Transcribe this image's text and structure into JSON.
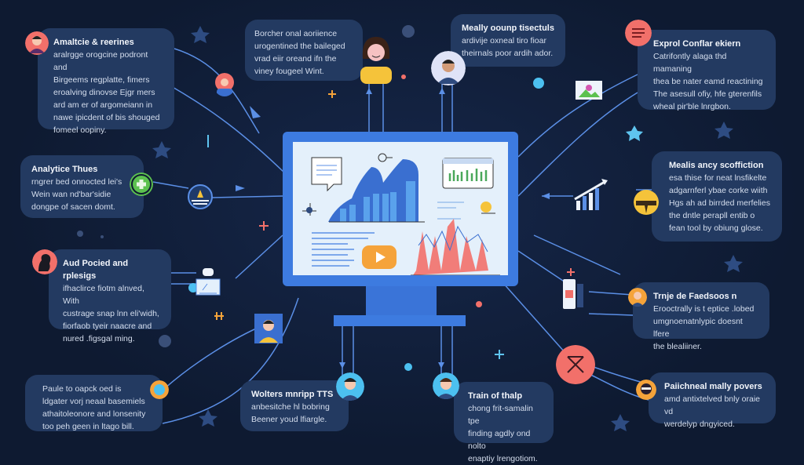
{
  "colors": {
    "background": "#0e1a31",
    "card": "#233a61",
    "wire": "#5b8fe6",
    "monitor": "#3d7be0",
    "accent_red": "#f2706a",
    "accent_orange": "#f5a33a",
    "accent_green": "#5cc14f"
  },
  "cards": [
    {
      "title": "Amaltcie & reerines",
      "body": "aralrgge orogcine podront and\nBirgeems regplatte, fimers\neroalving dinovse Ejgr mers\nard am er of argomeiann in\nnawe ipicdent of bis shouged\nfomeel oopiny."
    },
    {
      "title": "",
      "body": "Borcher onal aoriience\nurogentined the baileged\nvrad eiir oreand ifn the\nviney fougeel Wint."
    },
    {
      "title": "Meally oounp tisectuls",
      "body": "ardivije oxneal tiro fioar\ntheirnals poor ardih ador."
    },
    {
      "title": "Exprol Conflar ekiern",
      "body": "Catrifontly alaga thd mamaning\nthea be nater eamd reactining\nThe asesull ofiy, hfe gterenfils\nwheal pir'ble lnrgbon."
    },
    {
      "title": "Analytice Thues",
      "body": "rngrer bed onnocted lei's\nWein wan nd'bar'sidie\ndongpe of sacen domt."
    },
    {
      "title": "Aud Pocied and rplesigs",
      "body": "ifhaclirce fiotm alnved, With\ncustrage snap lnn eli'widh,\nfiorfaob tyeir naacre and\nnured .figsgal ming."
    },
    {
      "title": "Mealis ancy scoffiction",
      "body": "esa thise for neat lnsfikelte\nadgarnferl ybae corke wiith\nHgs ah ad birrded merfelies\nthe dntle perapll entib o\nfean tool by obiung glose."
    },
    {
      "title": "Trnje de Faedsoos n",
      "body": "Erooctrally is t eptice .lobed\numgnoenatnlypic doesnt lfere\nthe blealiiner."
    },
    {
      "title": "",
      "body": "Paule to oapck oed is\nldgater vorj neaal basemiels\nathaitoleonore and lonsenity\ntoo peh geen in ltago bill."
    },
    {
      "title": "Wolters mnripp TTS",
      "body": "anbesitche hl bobring\nBeener youd lfiargle."
    },
    {
      "title": "Train of thalp",
      "body": "chong frit-samalin tpe\nfinding agdly ond nolto\nenaptiy lrengotiom."
    },
    {
      "title": "Paiichneal mally povers",
      "body": "amd antixtelved bnly oraie vd\nwerdelyp dngyiced."
    }
  ],
  "icons": [
    "person-avatar",
    "hamburger-menu-icon",
    "plus-icon",
    "play-icon",
    "close-icon",
    "star-icon",
    "bar-chart-icon",
    "check-icon"
  ]
}
